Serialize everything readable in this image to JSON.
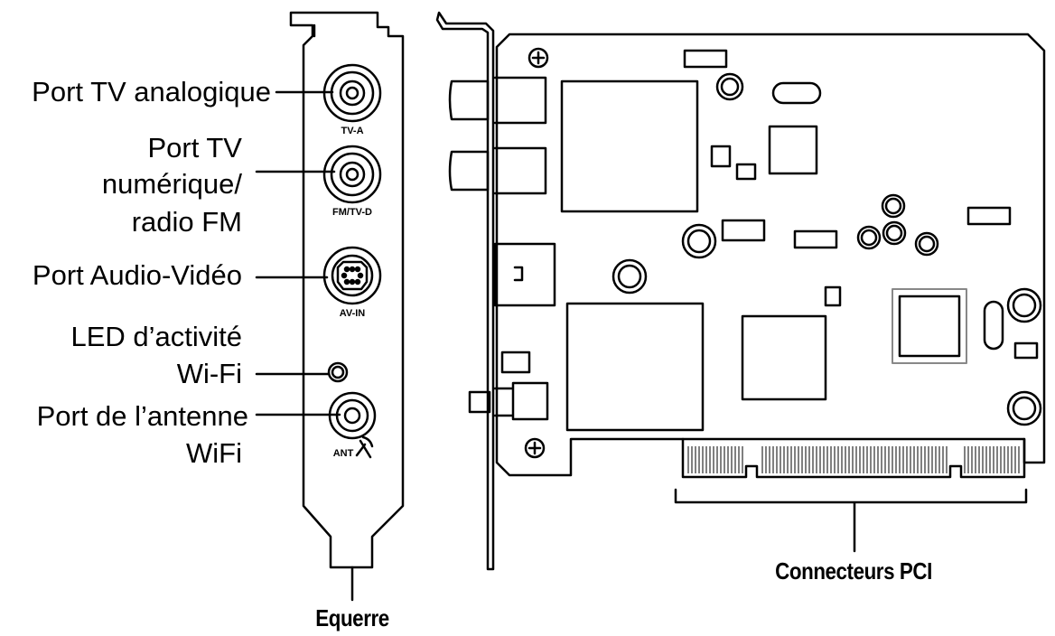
{
  "labels": {
    "analog_tv_port": "Port TV analogique",
    "digital_tv_port_line1": "Port TV",
    "digital_tv_port_line2": "numérique/",
    "digital_tv_port_line3": "radio FM",
    "av_port": "Port Audio-Vidéo",
    "wifi_led_line1": "LED d’activité",
    "wifi_led_line2": "Wi-Fi",
    "wifi_antenna_line1": "Port de l’antenne",
    "wifi_antenna_line2": "WiFi",
    "bracket": "Equerre",
    "pci_connectors": "Connecteurs PCI"
  },
  "bracket_markings": {
    "tv_a": "TV-A",
    "fm_tv_d": "FM/TV-D",
    "av_in": "AV-IN",
    "ant": "ANT"
  }
}
